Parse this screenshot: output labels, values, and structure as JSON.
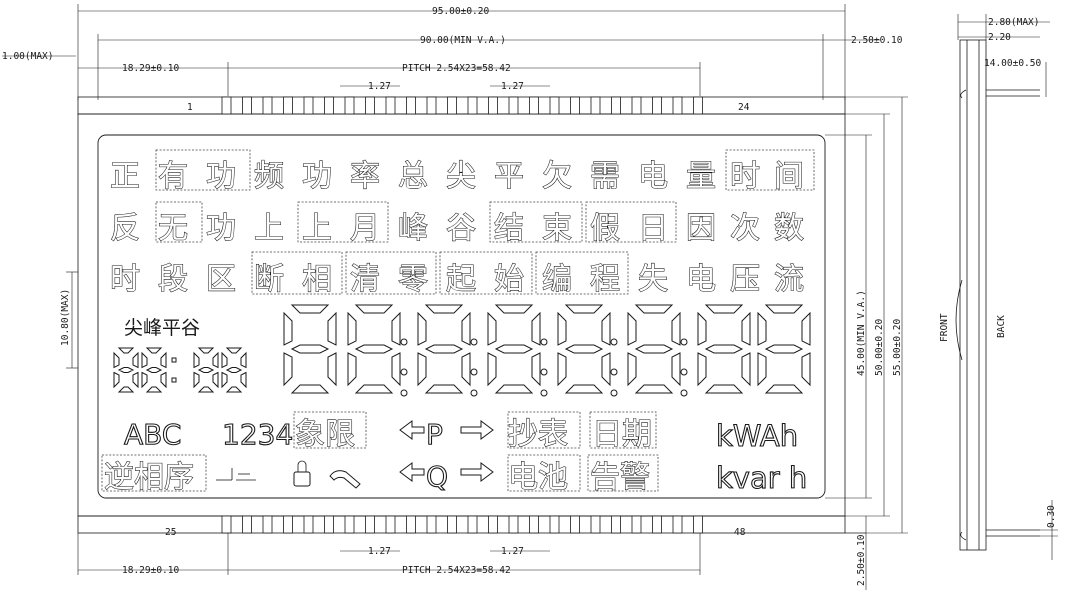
{
  "dimensions": {
    "overall_width": "95.00±0.20",
    "view_area_width": "90.00(MIN V.A.)",
    "edge_margin": "2.50±0.10",
    "top_margin_max": "1.00(MAX)",
    "pin_offset": "18.29±0.10",
    "pitch_total": "PITCH 2.54X23=58.42",
    "pin_spacing": "1.27",
    "height_va": "45.00(MIN V.A.)",
    "height_inner": "50.00±0.20",
    "height_overall": "55.00±0.20",
    "left_height_max": "10.80(MAX)",
    "bottom_margin": "2.50±0.10",
    "thickness_max": "2.80(MAX)",
    "glass_thickness": "2.20",
    "pin_length": "14.00±0.50",
    "pin_thickness": "0.30"
  },
  "pins": {
    "top_first": "1",
    "top_last": "24",
    "bottom_first": "25",
    "bottom_last": "48"
  },
  "side_labels": {
    "front": "FRONT",
    "back": "BACK"
  },
  "lcd": {
    "row1": [
      "正",
      "有",
      "功",
      "频",
      "功",
      "率",
      "总",
      "尖",
      "平",
      "欠",
      "需",
      "电",
      "量",
      "时",
      "间"
    ],
    "row2": [
      "反",
      "无",
      "功",
      "上",
      "上",
      "月",
      "峰",
      "谷",
      "结",
      "束",
      "假",
      "日",
      "因",
      "次",
      "数"
    ],
    "row3": [
      "时",
      "段",
      "区",
      "断",
      "相",
      "清",
      "零",
      "起",
      "始",
      "编",
      "程",
      "失",
      "电",
      "压",
      "流"
    ],
    "tariffs": "尖峰平谷",
    "abc": "ABC",
    "num1234": "1234",
    "quadrant": "象限",
    "p_label": "P",
    "q_label": "Q",
    "meter_read": "抄表",
    "date": "日期",
    "kwah": "kWAh",
    "kvarh": "kvar h",
    "reverse_phase": "逆相序",
    "battery": "电池",
    "alarm": "告警"
  }
}
